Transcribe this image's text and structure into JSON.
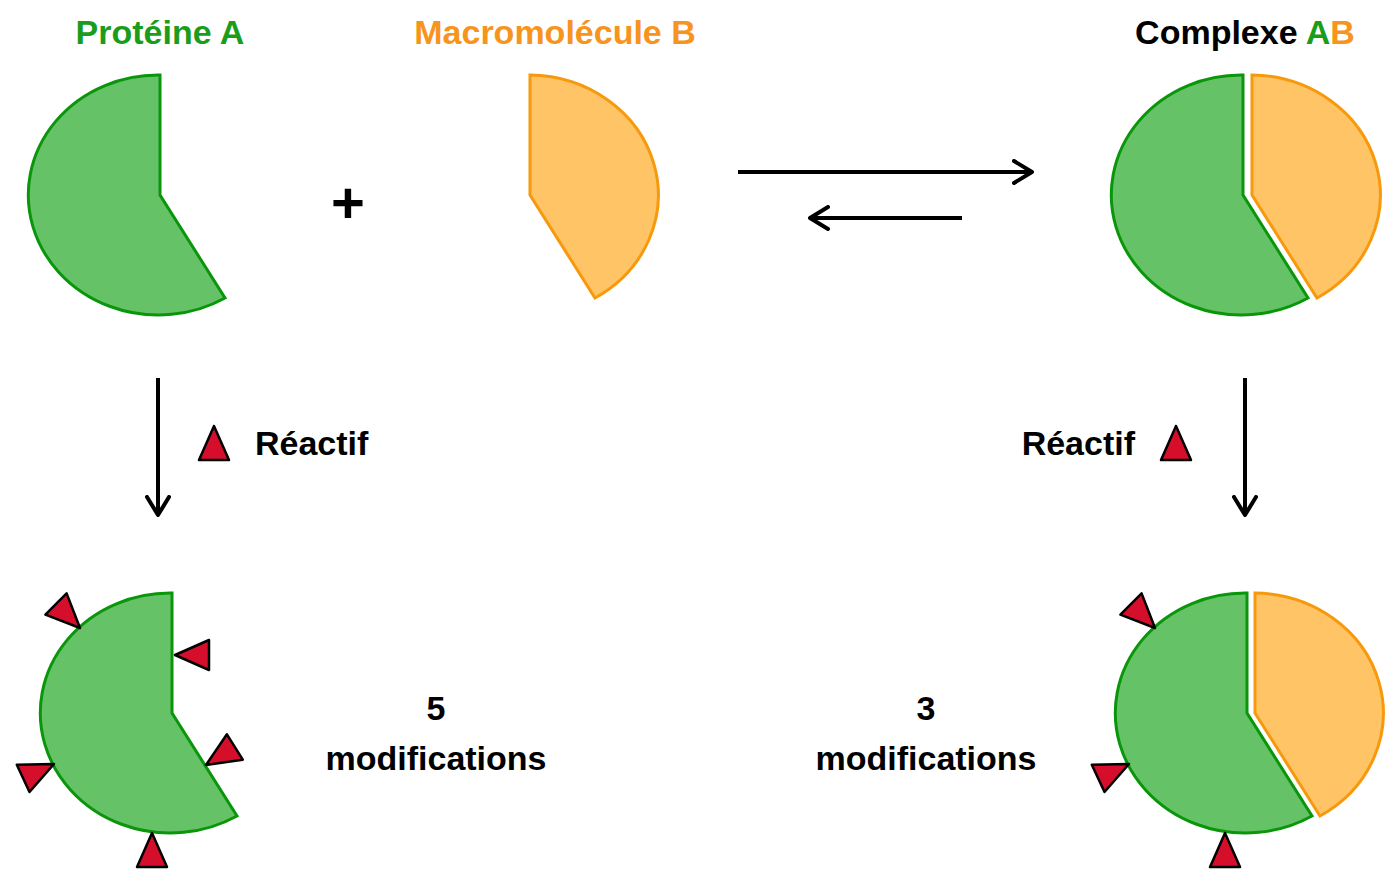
{
  "diagram": {
    "nodes": [
      {
        "text": [
          "Protéine A"
        ]
      },
      {
        "text": [
          "Macromolécule B"
        ]
      },
      {
        "text": [
          "Complexe AB"
        ]
      },
      {
        "text": [
          "5 modifications"
        ]
      },
      {
        "text": [
          "3 modifications"
        ]
      }
    ],
    "edges": [
      {
        "from": 0,
        "to": 3,
        "arrow": "to",
        "label": "Réactif"
      },
      {
        "from": 2,
        "to": 4,
        "arrow": "to",
        "label": "Réactif"
      },
      {
        "from": 1,
        "to": 2,
        "arrow": "to"
      },
      {
        "from": 2,
        "to": 1,
        "arrow": "to"
      }
    ],
    "labels": [
      "+"
    ]
  }
}
